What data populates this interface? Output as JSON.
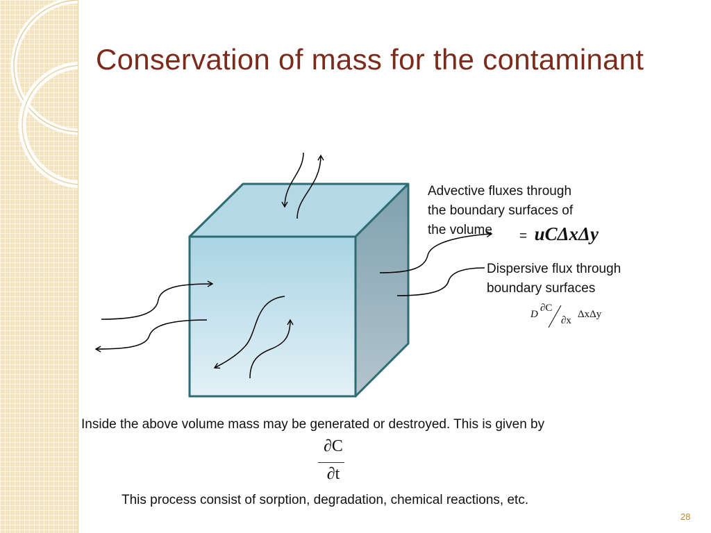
{
  "slide": {
    "title": "Conservation of mass for the contaminant",
    "page_number": "28"
  },
  "advective": {
    "lines": [
      "Advective fluxes through",
      "the boundary surfaces of",
      "the volume"
    ],
    "equals": "=",
    "formula": "uCΔxΔy"
  },
  "dispersive": {
    "lines": [
      "Dispersive flux through",
      "boundary surfaces"
    ],
    "formula": {
      "coef": "D",
      "numerator": "∂C",
      "denominator": "∂x",
      "tail": "ΔxΔy"
    }
  },
  "generation": {
    "text": "Inside the above volume mass may be generated or destroyed. This is given by",
    "derivative": {
      "numerator": "∂C",
      "denominator": "∂t"
    },
    "process_text": "This process consist of sorption, degradation, chemical reactions, etc."
  },
  "colors": {
    "title": "#7b2b1c",
    "cube_edge": "#2e6b73",
    "cube_front_top": "#a9d4e4",
    "cube_front_bottom": "#e3f1f7",
    "cube_top": "#b3d9e7",
    "cube_side": "#8eaebb",
    "sidebar": "#f3e4c1"
  }
}
